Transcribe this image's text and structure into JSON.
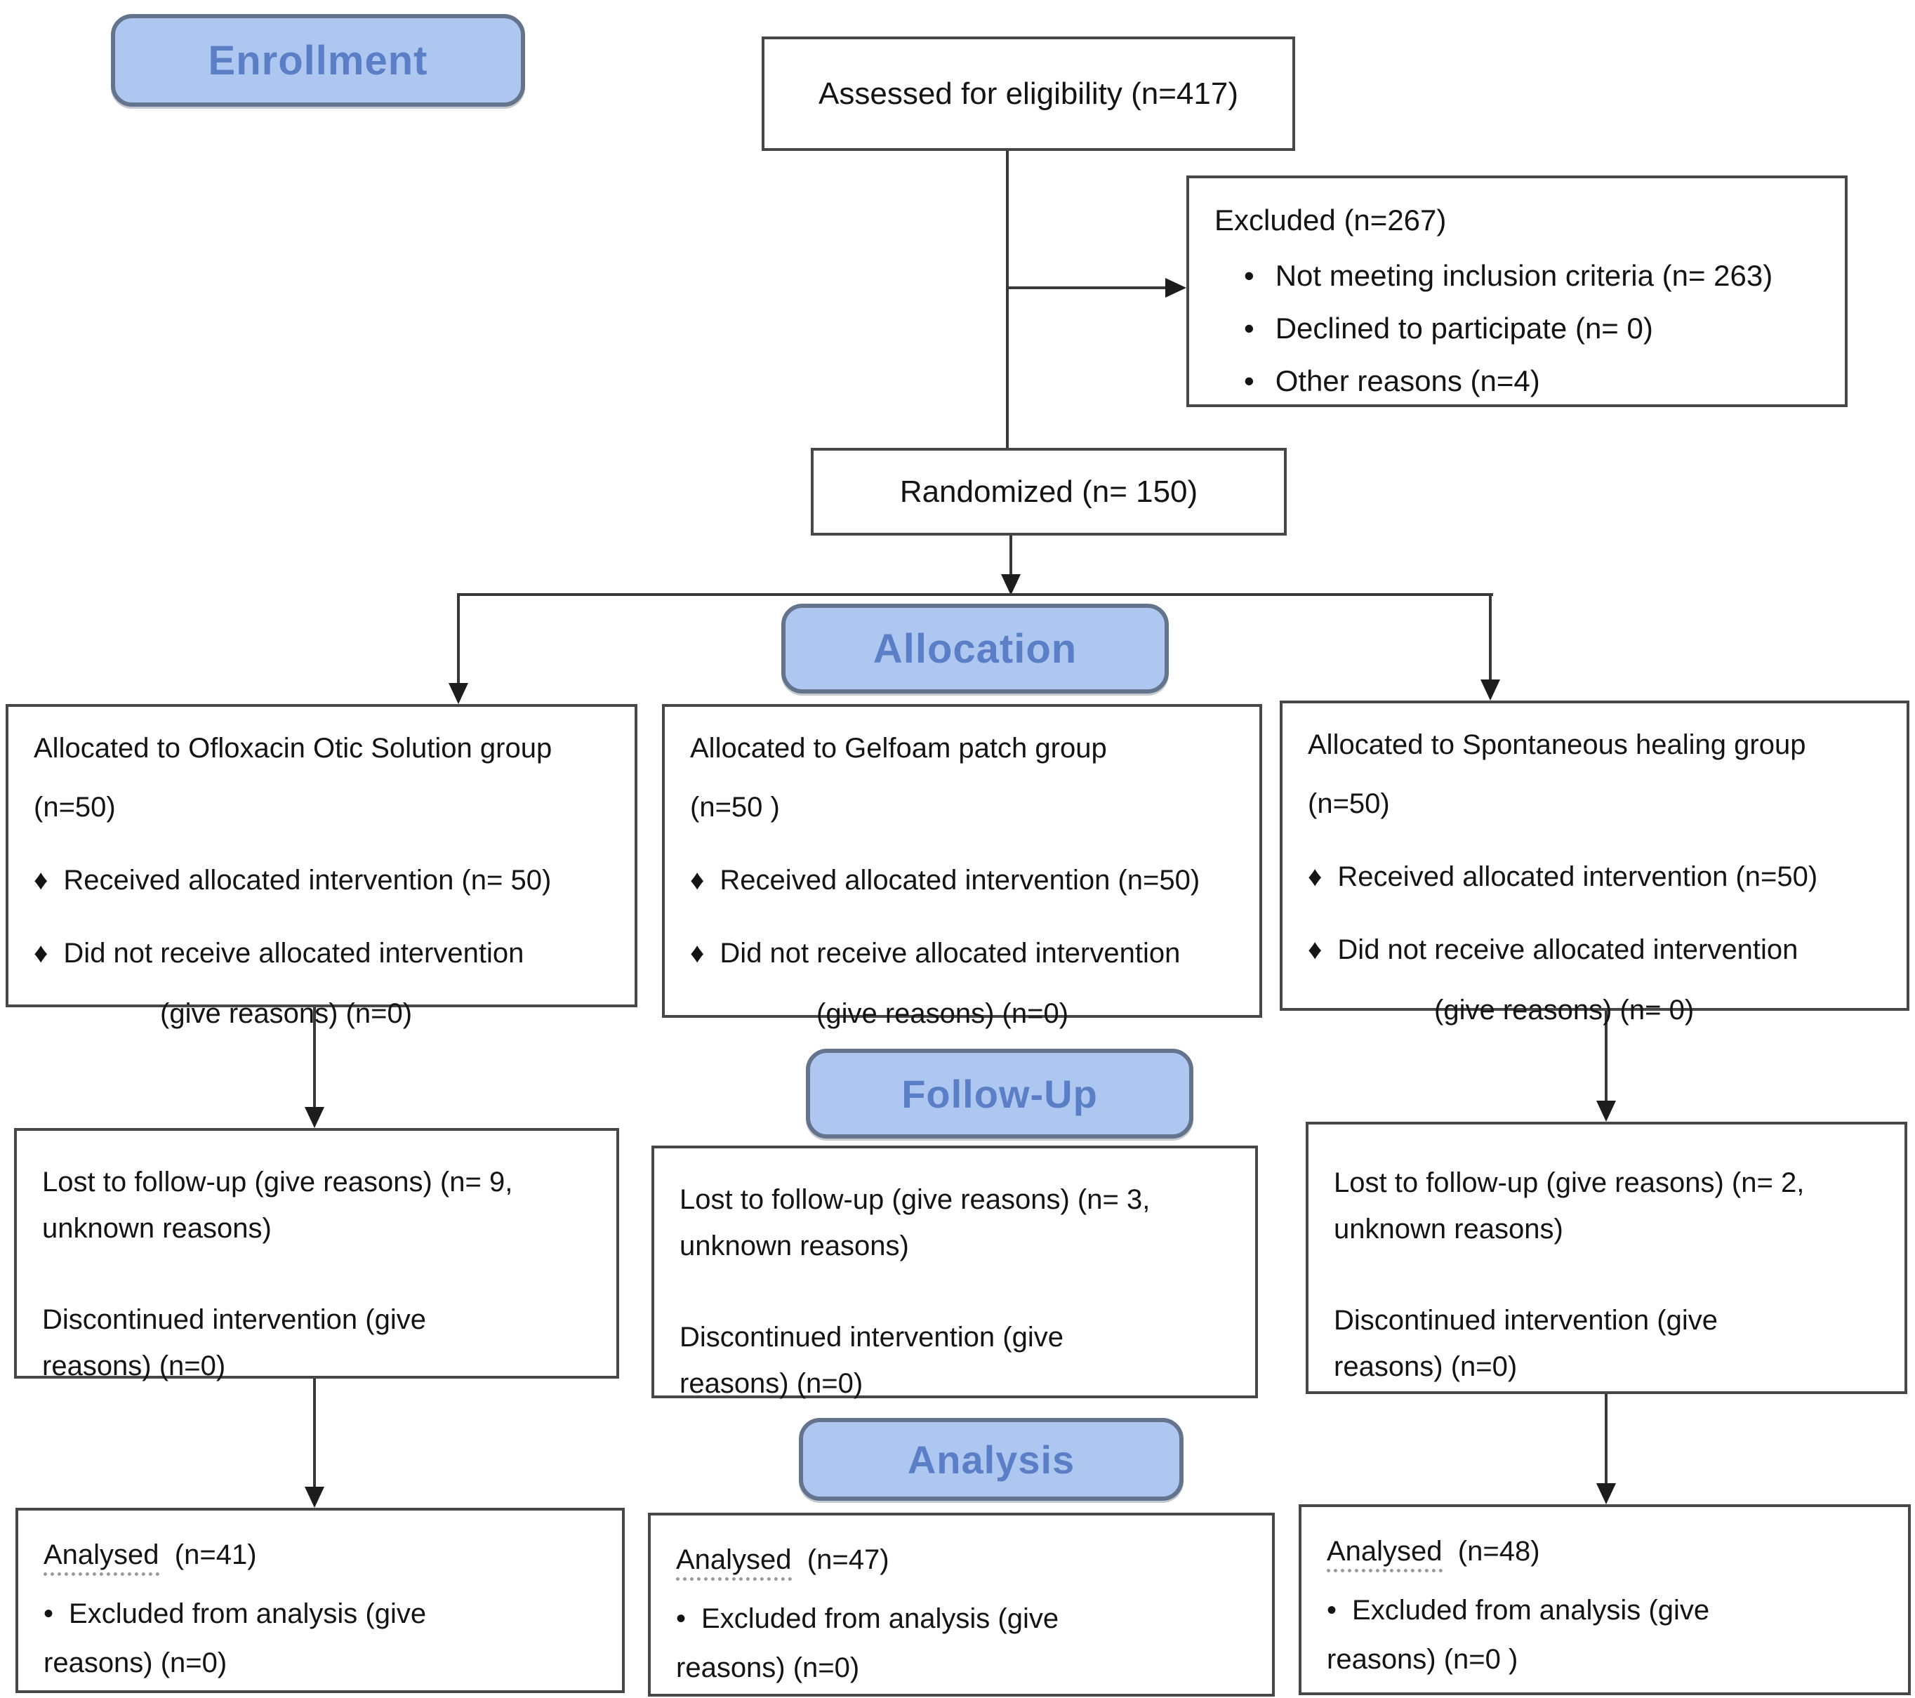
{
  "colors": {
    "badge_fill": "#aec7f0",
    "badge_border": "#64748c",
    "badge_text": "#5b7fc7",
    "box_border": "#474747",
    "text": "#141414",
    "connector": "#383838",
    "background": "#ffffff"
  },
  "stages": {
    "enrollment": "Enrollment",
    "allocation": "Allocation",
    "followup": "Follow-Up",
    "analysis": "Analysis"
  },
  "enrollment": {
    "assessed": "Assessed for eligibility (n=417)",
    "excluded": {
      "title": "Excluded (n=267)",
      "bullet": "•",
      "items": [
        "Not meeting inclusion criteria (n= 263)",
        "Declined to participate (n= 0)",
        "Other reasons (n=4)"
      ]
    },
    "randomized": "Randomized (n= 150)"
  },
  "allocation": {
    "bullet": "♦",
    "groups": [
      {
        "title": "Allocated to Ofloxacin Otic Solution group",
        "n": "(n=50)",
        "received": "Received allocated intervention (n= 50)",
        "not_received": "Did not receive allocated intervention",
        "not_received_detail": "(give reasons) (n=0)"
      },
      {
        "title": "Allocated to Gelfoam patch group",
        "n": "(n=50 )",
        "received": "Received allocated intervention (n=50)",
        "not_received": "Did not receive allocated intervention",
        "not_received_detail": "(give reasons) (n=0)"
      },
      {
        "title": "Allocated to Spontaneous healing group",
        "n": "(n=50)",
        "received": "Received allocated intervention (n=50)",
        "not_received": "Did not receive allocated intervention",
        "not_received_detail": "(give reasons) (n= 0)"
      }
    ]
  },
  "followup": {
    "groups": [
      {
        "lost_1": "Lost to follow-up (give reasons) (n= 9,",
        "lost_2": "unknown  reasons)",
        "disc_1": "Discontinued intervention (give",
        "disc_2": "reasons) (n=0)"
      },
      {
        "lost_1": "Lost to follow-up (give reasons) (n= 3,",
        "lost_2": "unknown reasons)",
        "disc_1": "Discontinued intervention (give",
        "disc_2": "reasons) (n=0)"
      },
      {
        "lost_1": "Lost to follow-up (give reasons) (n= 2,",
        "lost_2": "unknown  reasons)",
        "disc_1": "Discontinued intervention (give",
        "disc_2": "reasons) (n=0)"
      }
    ]
  },
  "analysis": {
    "bullet": "•",
    "groups": [
      {
        "title": "Analysed",
        "n": "(n=41)",
        "excl_1": "Excluded from analysis (give",
        "excl_2": "reasons) (n=0)"
      },
      {
        "title": "Analysed",
        "n": "(n=47)",
        "excl_1": "Excluded from analysis (give",
        "excl_2": "reasons) (n=0)"
      },
      {
        "title": "Analysed",
        "n": "(n=48)",
        "excl_1": "Excluded from analysis (give",
        "excl_2": "reasons) (n=0 )"
      }
    ]
  }
}
